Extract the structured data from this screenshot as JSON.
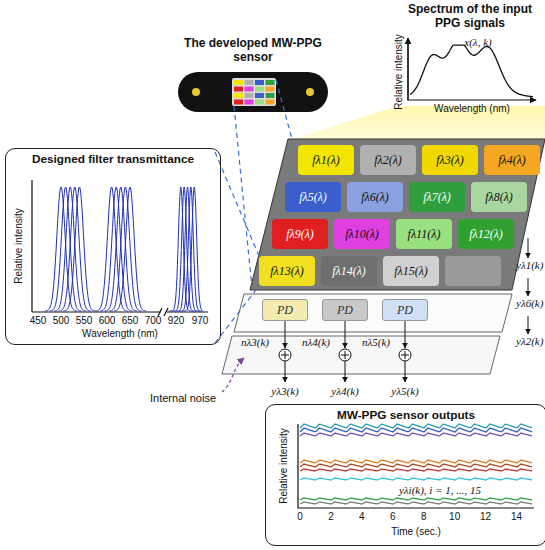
{
  "diagram": {
    "nodes": [
      {
        "text": [
          "Designed filter transmittance"
        ]
      },
      {
        "text": [
          "MW-PPG sensor outputs"
        ]
      },
      {
        "text": [
          "fλ1(λ)"
        ]
      },
      {
        "text": [
          "fλ2(λ)"
        ]
      },
      {
        "text": [
          "fλ3(λ)"
        ]
      },
      {
        "text": [
          "fλ4(λ)"
        ]
      },
      {
        "text": [
          "fλ5(λ)"
        ]
      },
      {
        "text": [
          "fλ6(λ)"
        ]
      },
      {
        "text": [
          "fλ7(λ)"
        ]
      },
      {
        "text": [
          "fλ8(λ)"
        ]
      },
      {
        "text": [
          "fλ9(λ)"
        ]
      },
      {
        "text": [
          "fλ10(λ)"
        ]
      },
      {
        "text": [
          "fλ11(λ)"
        ]
      },
      {
        "text": [
          "fλ12(λ)"
        ]
      },
      {
        "text": [
          "fλ13(λ)"
        ]
      },
      {
        "text": [
          "fλ14(λ)"
        ]
      },
      {
        "text": [
          "fλ15(λ)"
        ]
      },
      {
        "text": [
          "PD"
        ]
      },
      {
        "text": [
          "PD"
        ]
      },
      {
        "text": [
          "PD"
        ]
      }
    ],
    "labels": [
      "Spectrum of the input PPG signals",
      "Relative intensity",
      "Wavelength (nm)",
      "x(λ, k)",
      "The developed MW-PPG sensor",
      "Relative intensity",
      "Wavelength (nm)",
      "450",
      "500",
      "550",
      "600",
      "650",
      "700",
      "920",
      "970",
      "Internal noise",
      "nλ3(k)",
      "nλ4(k)",
      "nλ5(k)",
      "yλ3(k)",
      "yλ4(k)",
      "yλ5(k)",
      "yλ1(k)",
      "yλ6(k)",
      "yλ2(k)",
      "Relative intensity",
      "Time (sec.)",
      "0",
      "2",
      "4",
      "6",
      "8",
      "10",
      "12",
      "14",
      "yλi(k), i = 1, ..., 15"
    ]
  }
}
